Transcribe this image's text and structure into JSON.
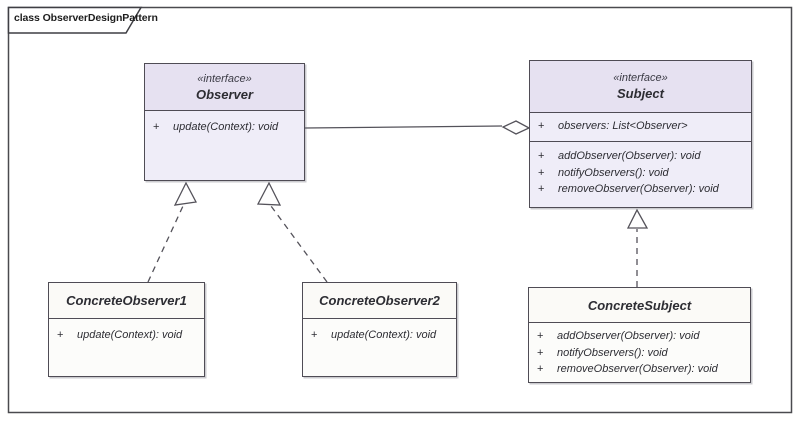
{
  "frame": {
    "title": "class ObserverDesignPattern"
  },
  "classes": [
    {
      "name": "Observer",
      "stereotype": "«interface»",
      "members": [
        {
          "vis": "+",
          "text": "update(Context): void"
        }
      ]
    },
    {
      "name": "Subject",
      "stereotype": "«interface»",
      "attributes": [
        {
          "vis": "+",
          "text": "observers: List<Observer>"
        }
      ],
      "members": [
        {
          "vis": "+",
          "text": "addObserver(Observer): void"
        },
        {
          "vis": "+",
          "text": "notifyObservers(): void"
        },
        {
          "vis": "+",
          "text": "removeObserver(Observer): void"
        }
      ]
    },
    {
      "name": "ConcreteObserver1",
      "members": [
        {
          "vis": "+",
          "text": "update(Context): void"
        }
      ]
    },
    {
      "name": "ConcreteObserver2",
      "members": [
        {
          "vis": "+",
          "text": "update(Context): void"
        }
      ]
    },
    {
      "name": "ConcreteSubject",
      "members": [
        {
          "vis": "+",
          "text": "addObserver(Observer): void"
        },
        {
          "vis": "+",
          "text": "notifyObservers(): void"
        },
        {
          "vis": "+",
          "text": "removeObserver(Observer): void"
        }
      ]
    }
  ],
  "relations": [
    {
      "type": "aggregation",
      "from": "Observer",
      "to": "Subject"
    },
    {
      "type": "realization",
      "from": "ConcreteObserver1",
      "to": "Observer"
    },
    {
      "type": "realization",
      "from": "ConcreteObserver2",
      "to": "Observer"
    },
    {
      "type": "realization",
      "from": "ConcreteSubject",
      "to": "Subject"
    }
  ],
  "colors": {
    "interface_header": "#e6e1f1",
    "interface_body": "#efedf8",
    "class_fill": "#fcfcfa",
    "border": "#4f4c55",
    "line": "#54525a",
    "text": "#2d2d33",
    "background": "#ffffff"
  }
}
